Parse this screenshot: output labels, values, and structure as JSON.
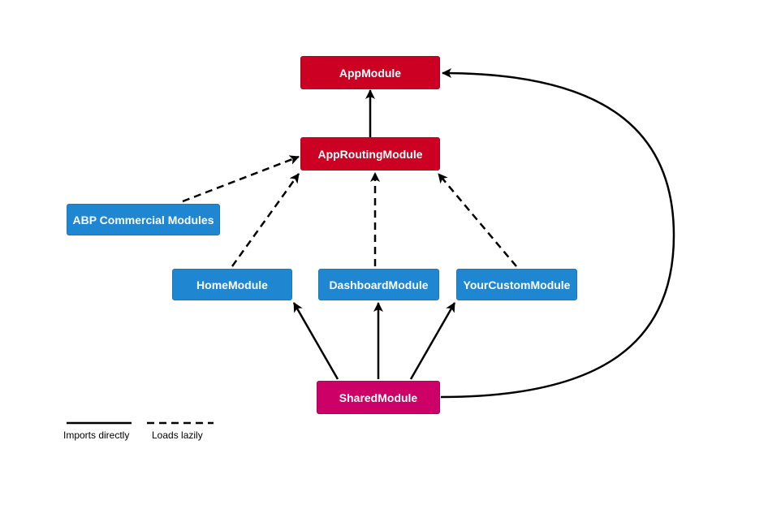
{
  "nodes": {
    "app_module": "AppModule",
    "app_routing_module": "AppRoutingModule",
    "abp_commercial_modules": "ABP Commercial Modules",
    "home_module": "HomeModule",
    "dashboard_module": "DashboardModule",
    "your_custom_module": "YourCustomModule",
    "shared_module": "SharedModule"
  },
  "edges": [
    {
      "from": "app_routing_module",
      "to": "app_module",
      "style": "solid"
    },
    {
      "from": "abp_commercial_modules",
      "to": "app_routing_module",
      "style": "dashed"
    },
    {
      "from": "home_module",
      "to": "app_routing_module",
      "style": "dashed"
    },
    {
      "from": "dashboard_module",
      "to": "app_routing_module",
      "style": "dashed"
    },
    {
      "from": "your_custom_module",
      "to": "app_routing_module",
      "style": "dashed"
    },
    {
      "from": "shared_module",
      "to": "home_module",
      "style": "solid"
    },
    {
      "from": "shared_module",
      "to": "dashboard_module",
      "style": "solid"
    },
    {
      "from": "shared_module",
      "to": "your_custom_module",
      "style": "solid"
    },
    {
      "from": "shared_module",
      "to": "app_module",
      "style": "solid"
    }
  ],
  "legend": {
    "solid": "Imports directly",
    "dashed": "Loads lazily"
  },
  "colors": {
    "red": "#cc0022",
    "blue": "#1f87d1",
    "magenta": "#cc0066",
    "line": "#000000"
  }
}
